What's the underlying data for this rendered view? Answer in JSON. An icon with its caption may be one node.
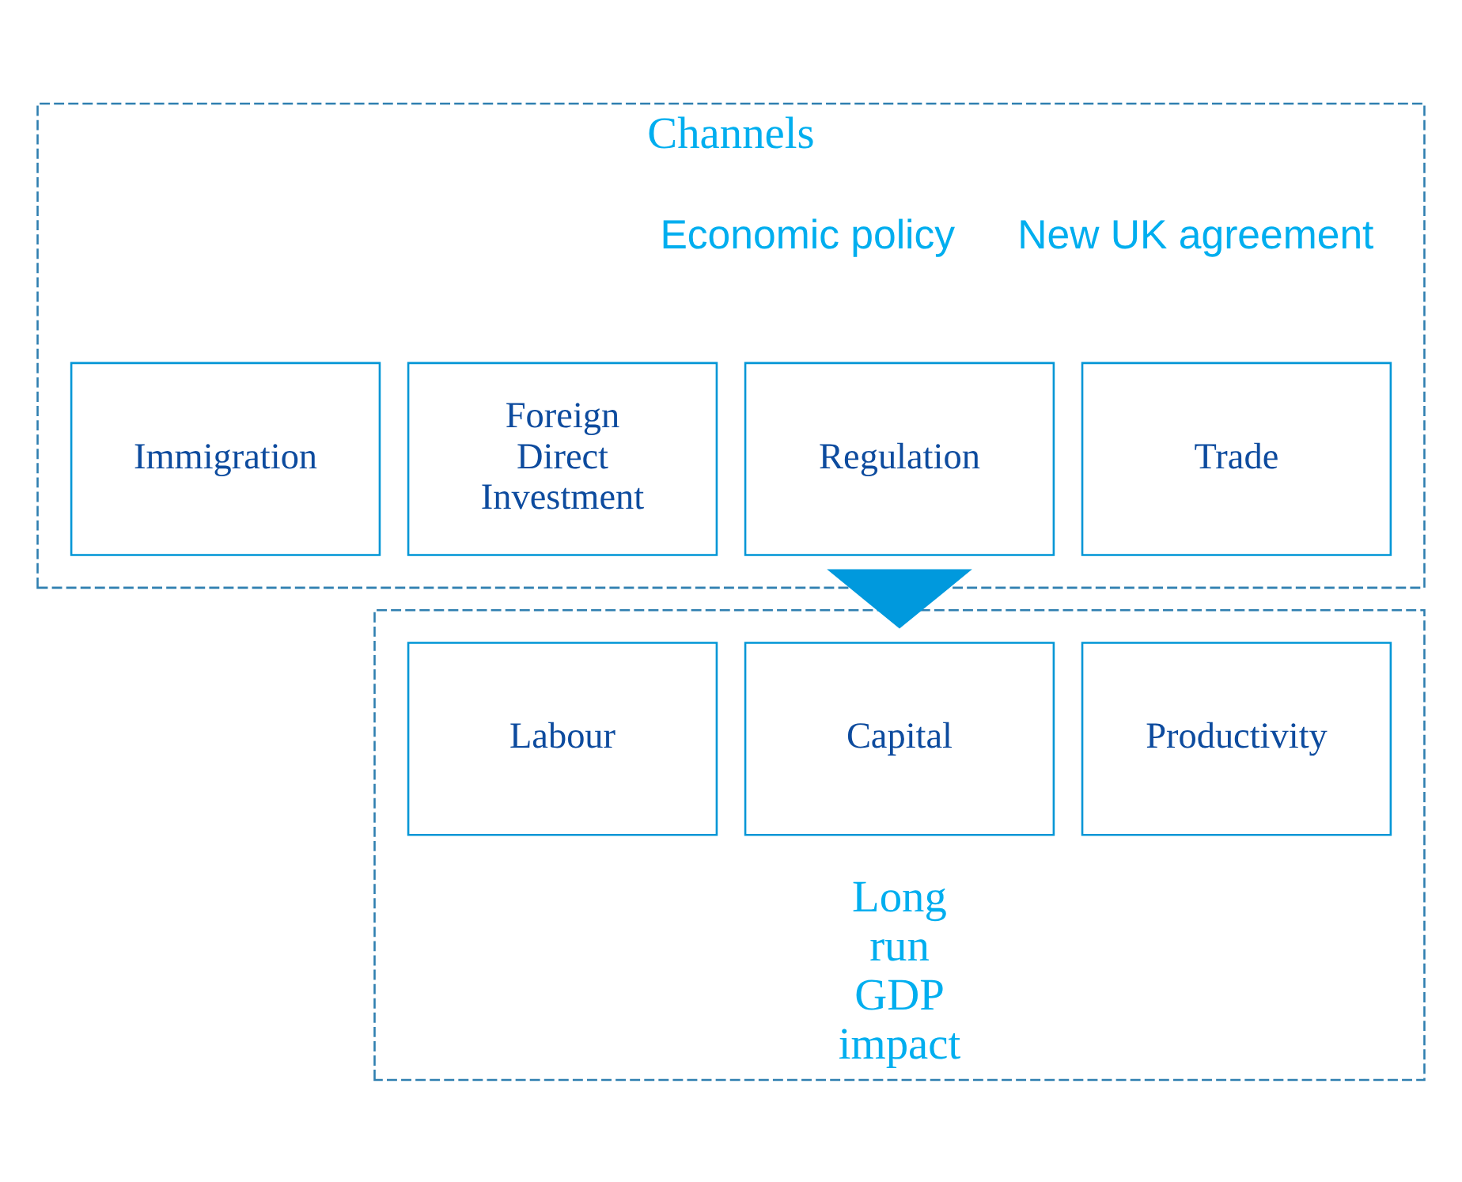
{
  "diagram": {
    "nodes": [
      {
        "text": [
          "Channels"
        ]
      },
      {
        "text": [
          "Trade"
        ],
        "in": 0
      },
      {
        "text": [
          "Foreign Direct Investment"
        ],
        "in": 0
      },
      {
        "text": [
          "Regulation"
        ],
        "in": 0
      },
      {
        "text": [
          "Immigration"
        ],
        "in": 0
      },
      {
        "text": [
          "Long run GDP impact"
        ]
      },
      {
        "text": [
          "Productivity"
        ],
        "in": 5
      },
      {
        "text": [
          "Capital"
        ],
        "in": 5
      },
      {
        "text": [
          "Labour"
        ],
        "in": 5
      }
    ],
    "edges": [
      {
        "from": 0,
        "to": 5,
        "arrow": "to",
        "style": "thick"
      }
    ],
    "labels": [
      "New UK agreement",
      "Economic policy"
    ]
  }
}
